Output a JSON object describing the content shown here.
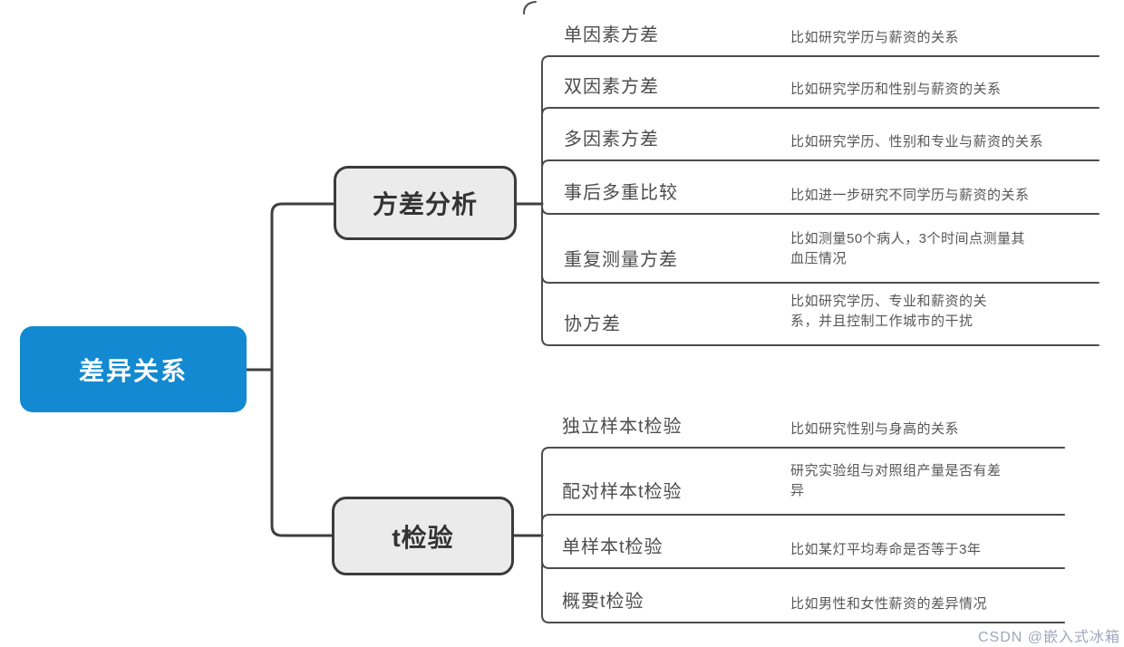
{
  "root": {
    "label": "差异关系"
  },
  "branches": [
    {
      "label": "方差分析",
      "children": [
        {
          "label": "单因素方差",
          "desc": "比如研究学历与薪资的关系"
        },
        {
          "label": "双因素方差",
          "desc": "比如研究学历和性别与薪资的关系"
        },
        {
          "label": "多因素方差",
          "desc": "比如研究学历、性别和专业与薪资的关系"
        },
        {
          "label": "事后多重比较",
          "desc": "比如进一步研究不同学历与薪资的关系"
        },
        {
          "label": "重复测量方差",
          "desc": "比如测量50个病人，3个时间点测量其\n血压情况"
        },
        {
          "label": "协方差",
          "desc": "比如研究学历、专业和薪资的关\n系，并且控制工作城市的干扰"
        }
      ]
    },
    {
      "label": "t检验",
      "children": [
        {
          "label": "独立样本t检验",
          "desc": "比如研究性别与身高的关系"
        },
        {
          "label": "配对样本t检验",
          "desc": "研究实验组与对照组产量是否有差\n异"
        },
        {
          "label": "单样本t检验",
          "desc": "比如某灯平均寿命是否等于3年"
        },
        {
          "label": "概要t检验",
          "desc": "比如男性和女性薪资的差异情况"
        }
      ]
    }
  ],
  "watermark": "CSDN @嵌入式冰箱",
  "colors": {
    "root_fill": "#1289d1",
    "root_text": "#ffffff",
    "branch_fill": "#ebebeb",
    "branch_border": "#3b3b3b",
    "connector": "#3f3f3f",
    "child_line": "#4c4c4c",
    "label_text": "#4d4d4d",
    "desc_text": "#575757",
    "watermark_text": "#808aa5"
  }
}
